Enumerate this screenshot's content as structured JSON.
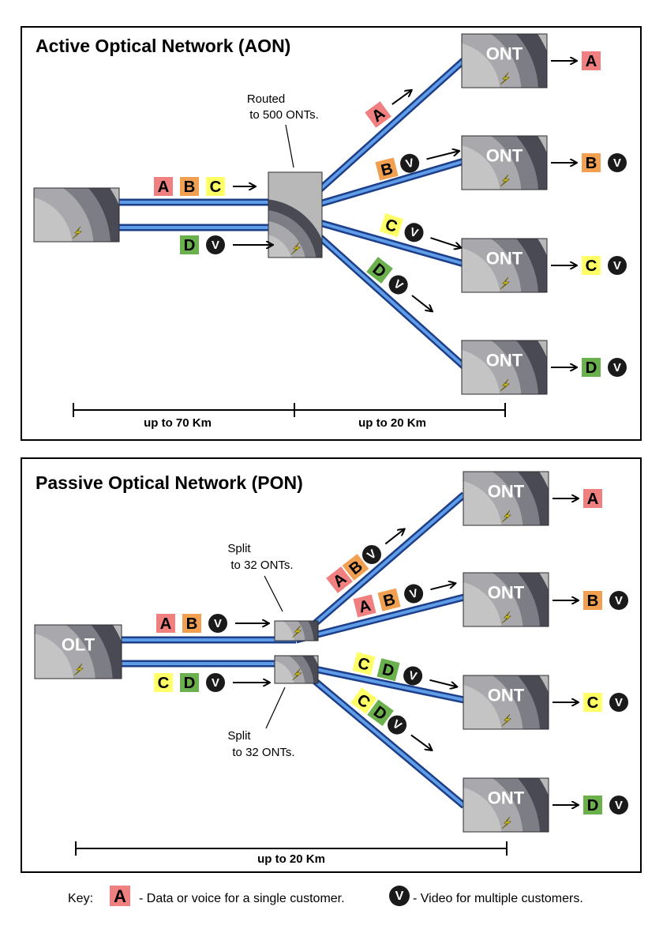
{
  "aon": {
    "title": "Active Optical Network (AON)",
    "routed_note": [
      "Routed",
      "to 500 ONTs."
    ],
    "distance_left": "up to 70 Km",
    "distance_right": "up to 20 Km",
    "ont_label": "ONT"
  },
  "pon": {
    "title": "Passive Optical Network (PON)",
    "olt_label": "OLT",
    "ont_label": "ONT",
    "split_note_top": [
      "Split",
      "to 32 ONTs."
    ],
    "split_note_bottom": [
      "Split",
      "to 32 ONTs."
    ],
    "distance": "up to 20 Km"
  },
  "key": {
    "prefix": "Key:",
    "data_letter": "A",
    "data_desc": "- Data or voice for a single customer.",
    "video_letter": "V",
    "video_desc": "- Video for multiple customers."
  },
  "tags": {
    "A": {
      "letter": "A",
      "color": "#f08080"
    },
    "B": {
      "letter": "B",
      "color": "#f0a050"
    },
    "C": {
      "letter": "C",
      "color": "#ffff66"
    },
    "D": {
      "letter": "D",
      "color": "#6ab04c"
    },
    "V": {
      "letter": "V",
      "color": "#1a1a1a"
    }
  },
  "colors": {
    "fiber_outer": "#1d3f8a",
    "fiber_inner": "#5f9de8",
    "box_dark": "#40404a",
    "box_light": "#c8c8c8",
    "bolt": "#f5e51a"
  }
}
